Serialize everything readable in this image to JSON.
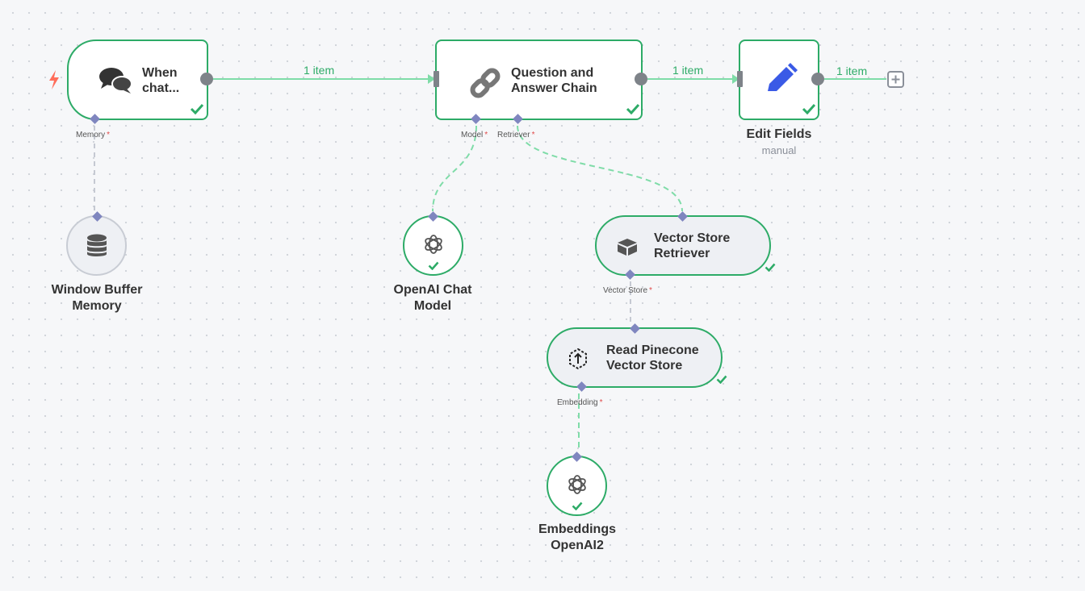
{
  "colors": {
    "success": "#2dab67",
    "trigger": "#ff6d5a",
    "port": "#7e8389",
    "sub_port": "#7f86bf",
    "edit_icon": "#3a5ae6"
  },
  "nodes": {
    "chat_trigger": {
      "title_line1": "When",
      "title_line2": "chat...",
      "icon": "chat-bubbles-icon"
    },
    "qa_chain": {
      "title_line1": "Question and",
      "title_line2": "Answer Chain",
      "icon": "link-chain-icon"
    },
    "edit_fields": {
      "label": "Edit Fields",
      "subtitle": "manual",
      "icon": "pencil-icon"
    },
    "window_buffer": {
      "label_line1": "Window Buffer",
      "label_line2": "Memory",
      "icon": "database-icon"
    },
    "openai_chat": {
      "label_line1": "OpenAI Chat",
      "label_line2": "Model",
      "icon": "openai-icon"
    },
    "vector_retriever": {
      "title_line1": "Vector Store",
      "title_line2": "Retriever",
      "icon": "box-icon"
    },
    "pinecone": {
      "title_line1": "Read Pinecone",
      "title_line2": "Vector Store",
      "icon": "pinecone-icon"
    },
    "embeddings": {
      "label_line1": "Embeddings",
      "label_line2": "OpenAI2",
      "icon": "openai-icon"
    }
  },
  "ports": {
    "memory": "Memory",
    "model": "Model",
    "retriever": "Retriever",
    "vector_store": "Vector Store",
    "embedding": "Embedding",
    "required_mark": "*"
  },
  "edges": {
    "trigger_to_chain": "1 item",
    "chain_to_edit": "1 item",
    "edit_out": "1 item"
  }
}
